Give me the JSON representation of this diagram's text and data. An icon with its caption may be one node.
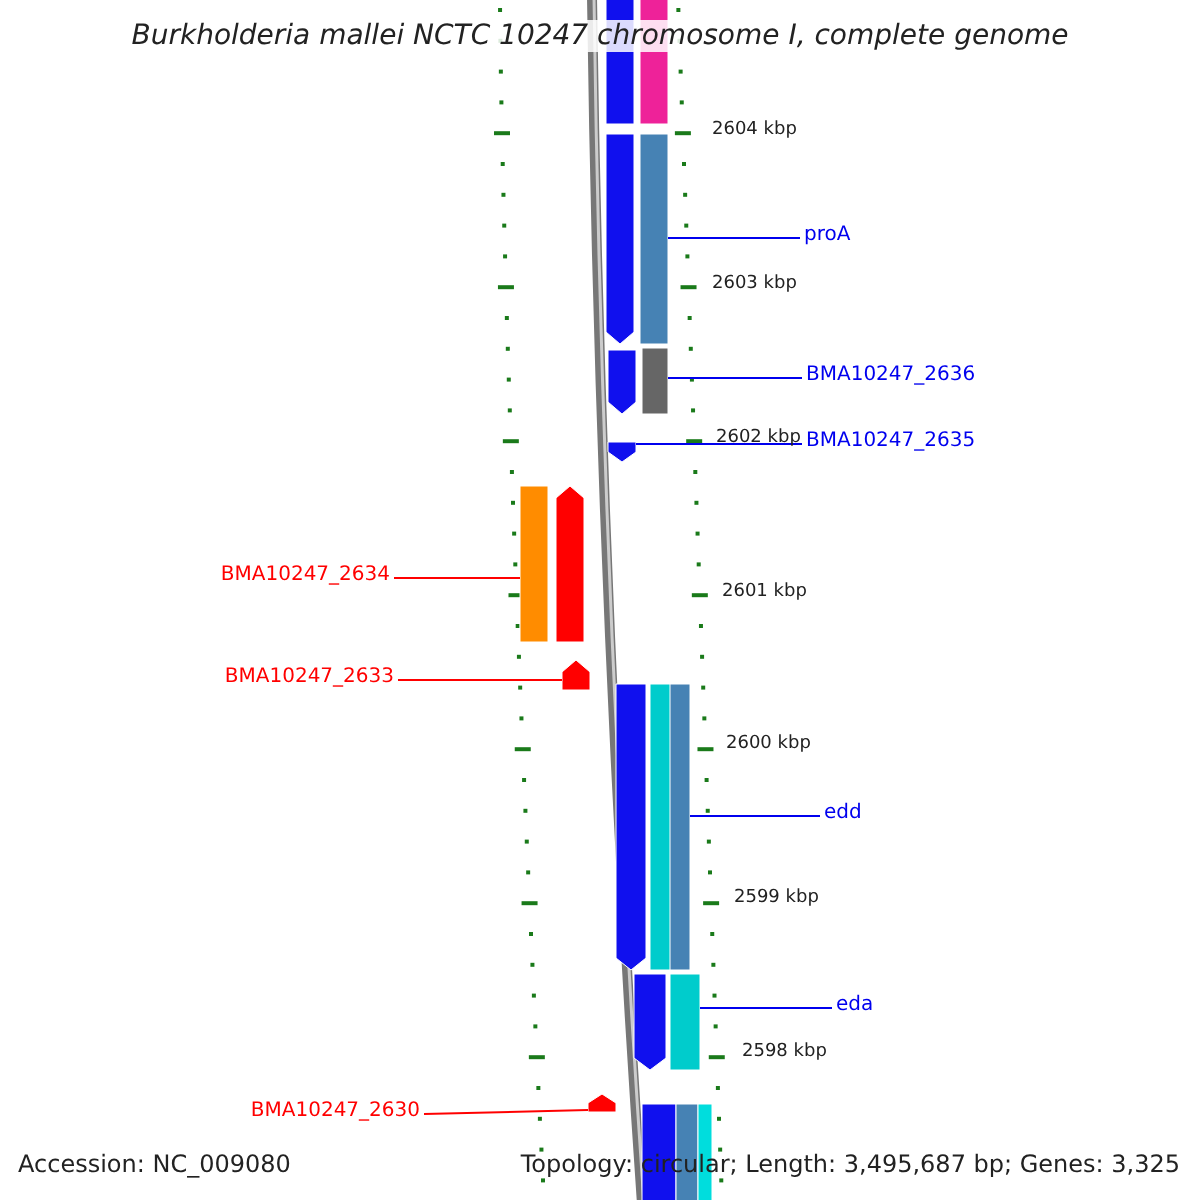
{
  "diagram": {
    "title": "Burkholderia mallei NCTC 10247 chromosome I, complete genome",
    "nodes": [
      {
        "text": [
          "proA"
        ]
      },
      {
        "text": [],
        "shape": "bar"
      },
      {
        "text": [
          "BMA10247_2636"
        ]
      },
      {
        "text": [],
        "shape": "bar"
      },
      {
        "text": [
          "BMA10247_2635"
        ]
      },
      {
        "text": [],
        "shape": "bar"
      },
      {
        "text": [
          "BMA10247_2634"
        ]
      },
      {
        "text": [],
        "shape": "bar"
      },
      {
        "text": [
          "BMA10247_2633"
        ]
      },
      {
        "text": [],
        "shape": "bar"
      },
      {
        "text": [
          "edd"
        ]
      },
      {
        "text": [],
        "shape": "bar"
      },
      {
        "text": [
          "eda"
        ]
      },
      {
        "text": [],
        "shape": "bar"
      },
      {
        "text": [
          "BMA10247_2630"
        ]
      },
      {
        "text": [],
        "shape": "bar"
      },
      {
        "text": [],
        "shape": "bar"
      },
      {
        "text": [],
        "shape": "bar"
      },
      {
        "text": [],
        "shape": "bar"
      },
      {
        "text": [],
        "shape": "bar"
      },
      {
        "text": [],
        "shape": "bar"
      },
      {
        "text": [],
        "shape": "bar"
      },
      {
        "text": [],
        "shape": "bar"
      },
      {
        "text": [],
        "shape": "bar"
      },
      {
        "text": [],
        "shape": "bar"
      },
      {
        "text": [],
        "shape": "bar"
      },
      {
        "text": [],
        "shape": "bar"
      }
    ],
    "edges": [
      {
        "from": 0,
        "to": 1,
        "arrow": "none"
      },
      {
        "from": 2,
        "to": 3,
        "arrow": "none"
      },
      {
        "from": 4,
        "to": 5,
        "arrow": "none"
      },
      {
        "from": 6,
        "to": 7,
        "arrow": "none",
        "color": "#ff0000"
      },
      {
        "from": 8,
        "to": 9,
        "arrow": "none",
        "color": "#ff0000"
      },
      {
        "from": 10,
        "to": 11,
        "arrow": "none"
      },
      {
        "from": 12,
        "to": 13,
        "arrow": "none"
      },
      {
        "from": 14,
        "to": 15,
        "arrow": "none",
        "color": "#ff0000"
      }
    ],
    "labels": [
      "2604 kbp",
      "2603 kbp",
      "2602 kbp",
      "2601 kbp",
      "2600 kbp",
      "2599 kbp",
      "2598 kbp",
      "Accession: NC_009080",
      "Topology: circular; Length: 3,495,687 bp; Genes: 3,325"
    ]
  }
}
